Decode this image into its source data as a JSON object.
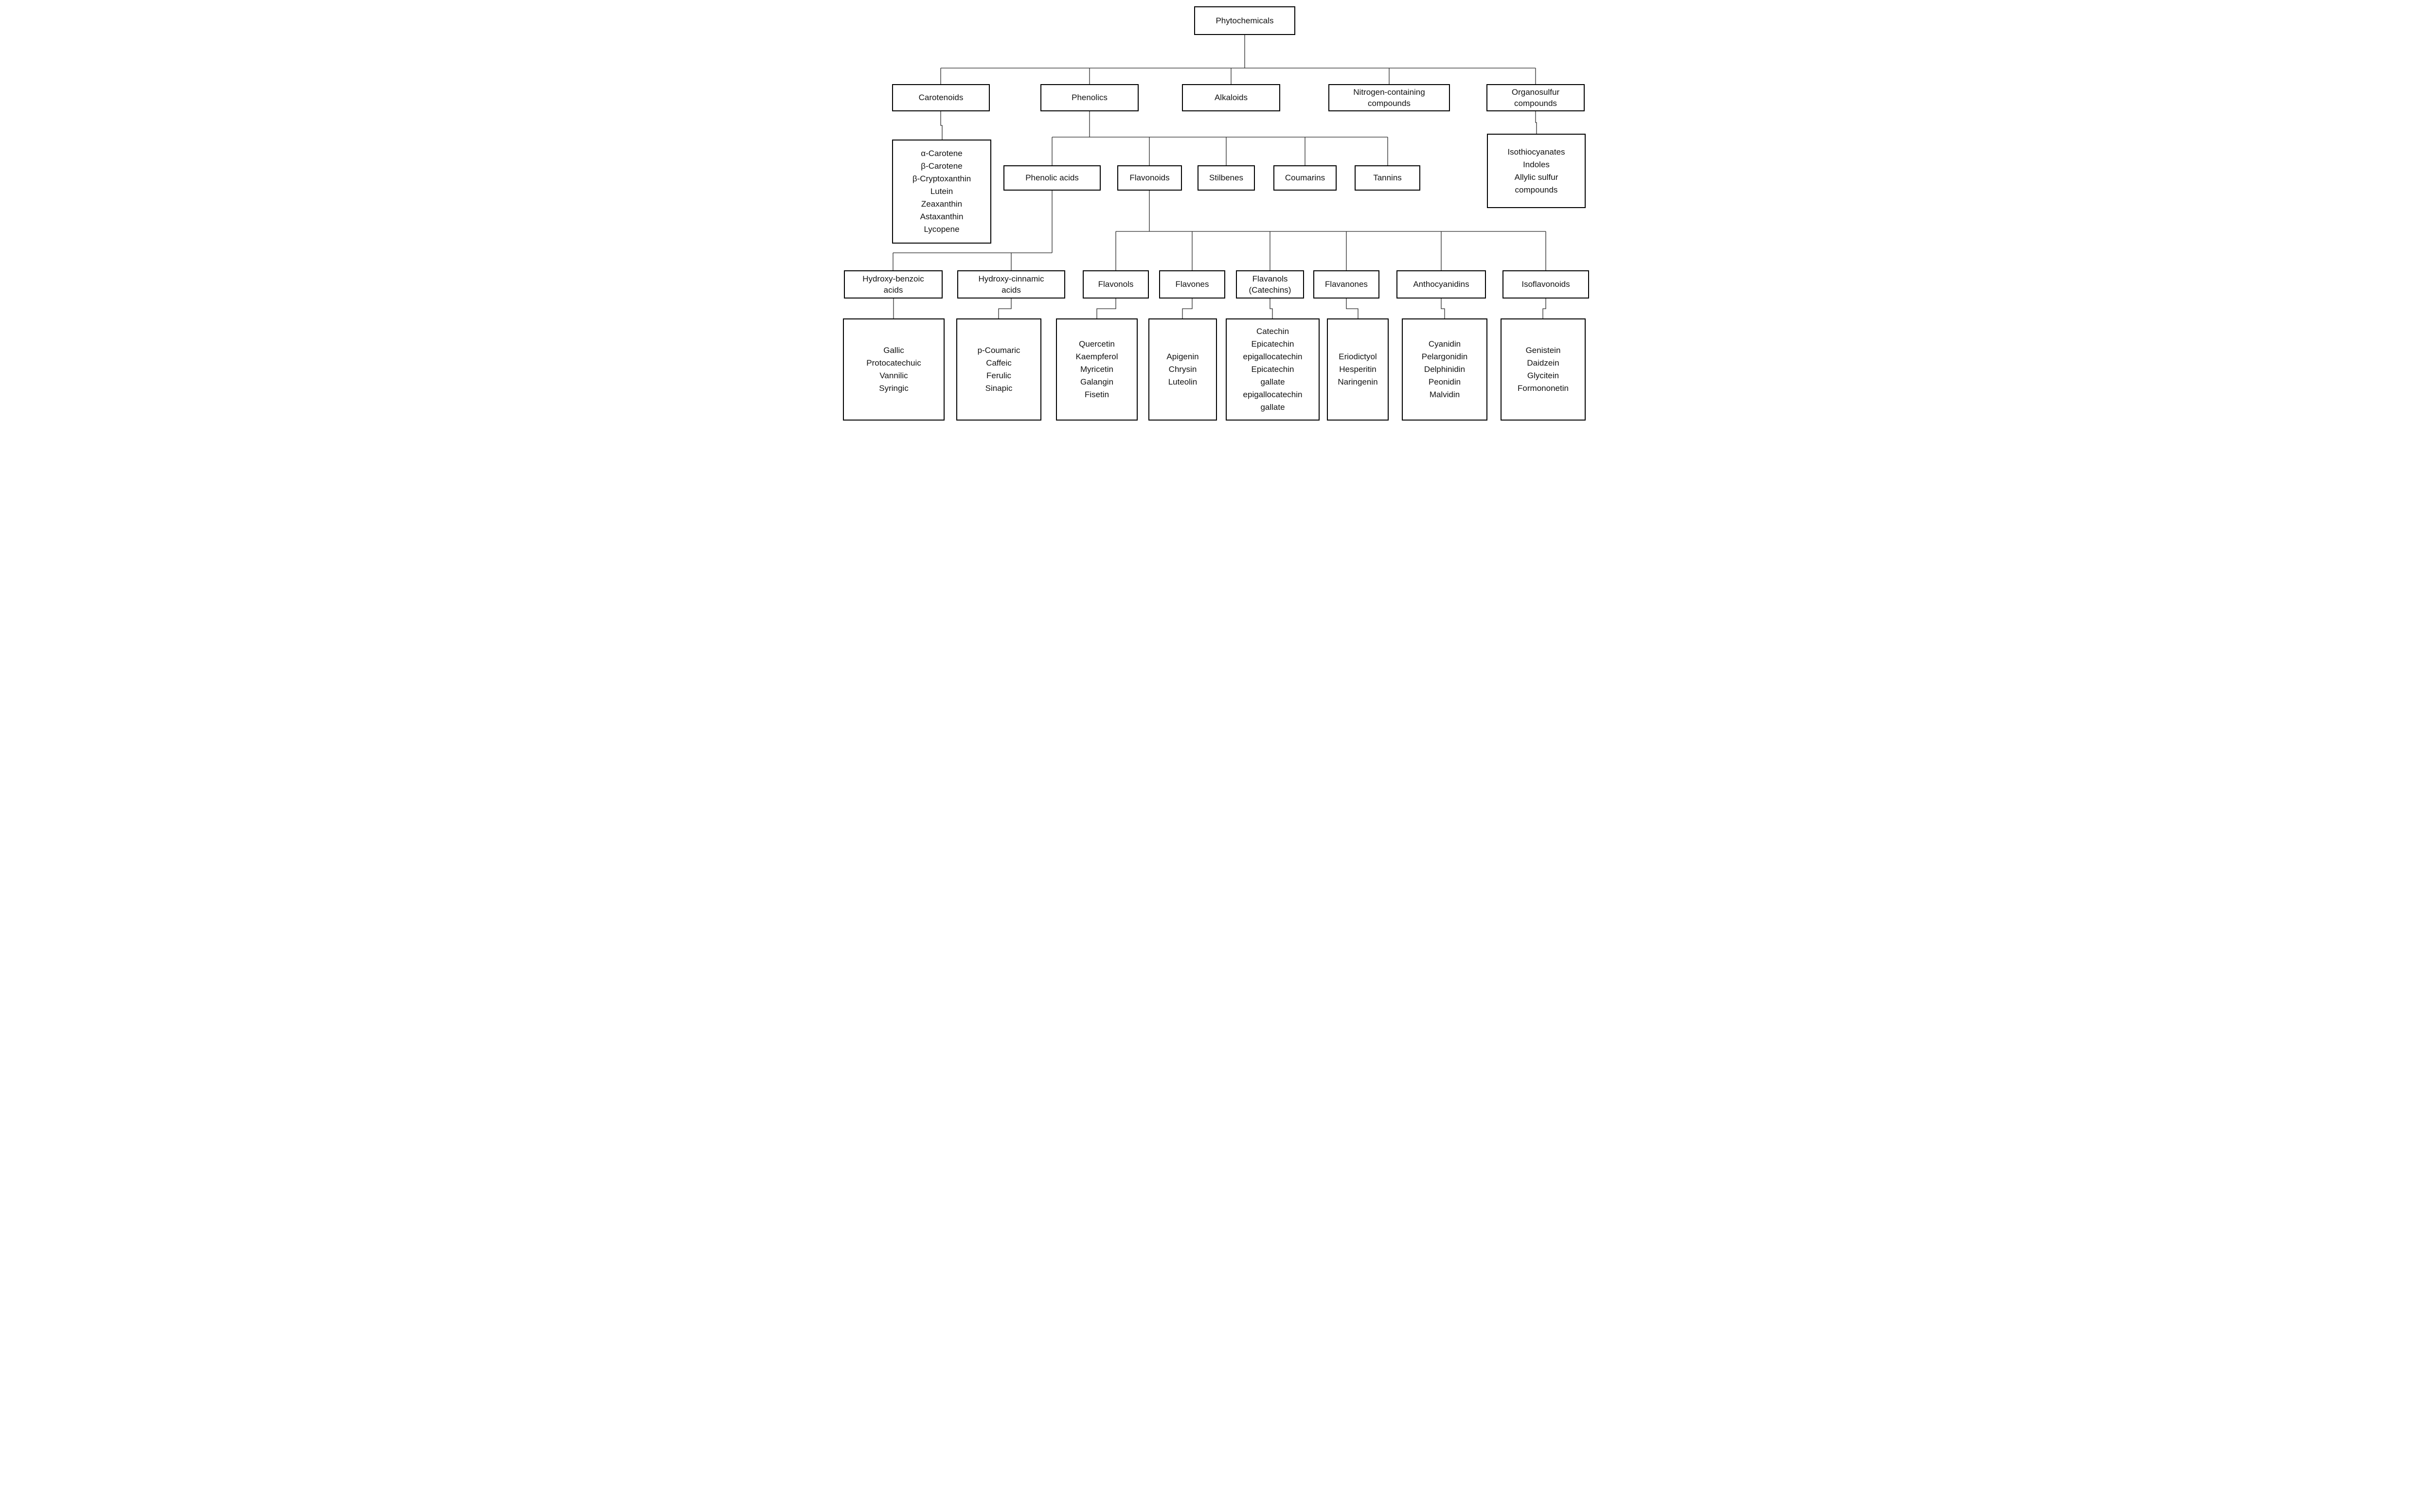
{
  "diagram": {
    "root": {
      "label": "Phytochemicals"
    },
    "level2": {
      "carotenoids": "Carotenoids",
      "phenolics": "Phenolics",
      "alkaloids": "Alkaloids",
      "nitrogen": "Nitrogen-containing compounds",
      "organosulfur": "Organosulfur compounds"
    },
    "carotenoid_members": [
      "α-Carotene",
      "β-Carotene",
      "β-Cryptoxanthin",
      "Lutein",
      "Zeaxanthin",
      "Astaxanthin",
      "Lycopene"
    ],
    "organosulfur_members": [
      "Isothiocyanates",
      "Indoles",
      "Allylic sulfur compounds"
    ],
    "phenolic_classes": {
      "phenolic_acids": "Phenolic acids",
      "flavonoids": "Flavonoids",
      "stilbenes": "Stilbenes",
      "coumarins": "Coumarins",
      "tannins": "Tannins"
    },
    "phenolic_acid_classes": {
      "hydroxy_benzoic": "Hydroxy-benzoic acids",
      "hydroxy_cinnamic": "Hydroxy-cinnamic acids"
    },
    "flavonoid_classes": {
      "flavonols": "Flavonols",
      "flavones": "Flavones",
      "flavanols": "Flavanols (Catechins)",
      "flavanones": "Flavanones",
      "anthocyanidins": "Anthocyanidins",
      "isoflavonoids": "Isoflavonoids"
    },
    "members": {
      "hydroxy_benzoic": [
        "Gallic",
        "Protocatechuic",
        "Vannilic",
        "Syringic"
      ],
      "hydroxy_cinnamic": [
        "p-Coumaric",
        "Caffeic",
        "Ferulic",
        "Sinapic"
      ],
      "flavonols": [
        "Quercetin",
        "Kaempferol",
        "Myricetin",
        "Galangin",
        "Fisetin"
      ],
      "flavones": [
        "Apigenin",
        "Chrysin",
        "Luteolin"
      ],
      "flavanols": [
        "Catechin",
        "Epicatechin",
        "epigallocatechin",
        "Epicatechin gallate",
        "epigallocatechin gallate"
      ],
      "flavanones": [
        "Eriodictyol",
        "Hesperitin",
        "Naringenin"
      ],
      "anthocyanidins": [
        "Cyanidin",
        "Pelargonidin",
        "Delphinidin",
        "Peonidin",
        "Malvidin"
      ],
      "isoflavonoids": [
        "Genistein",
        "Daidzein",
        "Glycitein",
        "Formononetin"
      ]
    }
  }
}
